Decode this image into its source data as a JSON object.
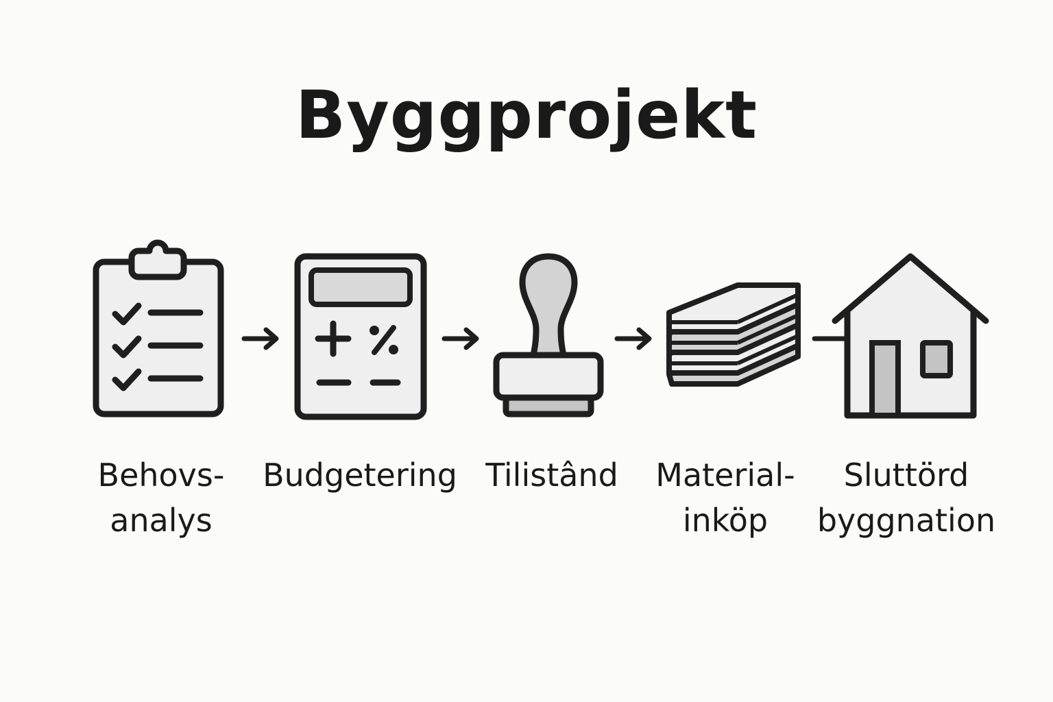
{
  "title": "Byggprojekt",
  "steps": [
    {
      "icon": "clipboard-checklist-icon",
      "line1": "Behovs-",
      "line2": "analys"
    },
    {
      "icon": "calculator-icon",
      "line1": "Budgetering",
      "line2": ""
    },
    {
      "icon": "stamp-icon",
      "line1": "Tilistând",
      "line2": ""
    },
    {
      "icon": "material-stack-icon",
      "line1": "Material-",
      "line2": "inköp"
    },
    {
      "icon": "house-icon",
      "line1": "Sluttörd",
      "line2": "byggnation"
    }
  ],
  "colors": {
    "background": "#fbfbfa",
    "stroke": "#1f1f1f",
    "fill_light": "#efefef",
    "fill_mid": "#d3d3d3"
  }
}
